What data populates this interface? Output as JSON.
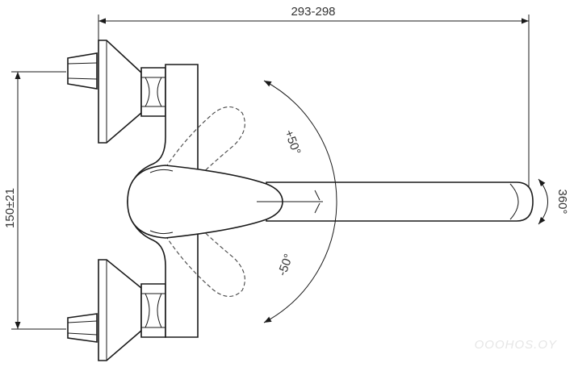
{
  "dimensions": {
    "width_label": "293-298",
    "height_label": "150±21",
    "angle_up_label": "+50°",
    "angle_down_label": "-50°",
    "rotation_label": "360°"
  },
  "watermark": "OOOHOS.OY"
}
